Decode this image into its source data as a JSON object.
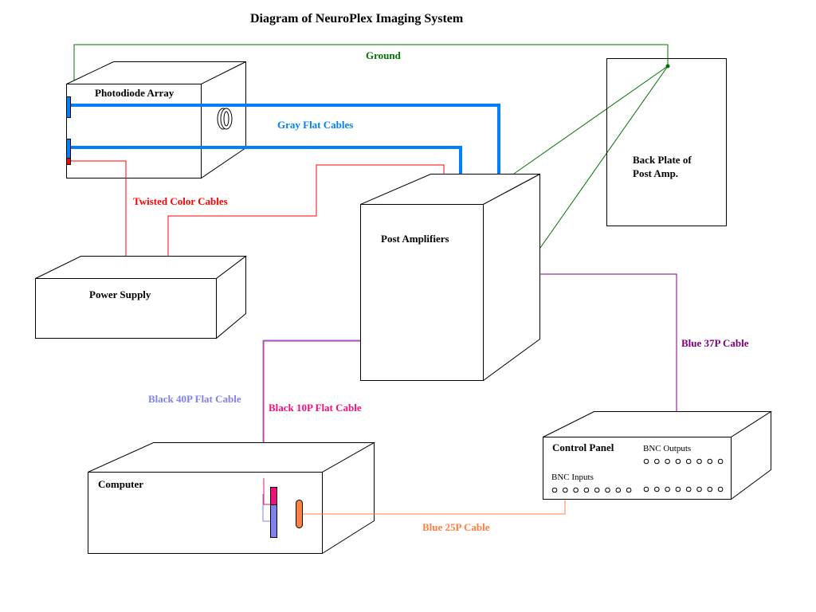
{
  "title": "Diagram of NeuroPlex Imaging System",
  "components": {
    "photodiode_array": "Photodiode Array",
    "power_supply": "Power Supply",
    "post_amplifiers": "Post Amplifiers",
    "back_plate": "Back Plate of\nPost Amp.",
    "back_plate_line1": "Back Plate of",
    "back_plate_line2": "Post Amp.",
    "computer": "Computer",
    "control_panel": "Control Panel",
    "bnc_outputs": "BNC Outputs",
    "bnc_inputs": "BNC Inputs"
  },
  "cables": {
    "ground": {
      "label": "Ground",
      "color": "#007000"
    },
    "gray_flat": {
      "label": "Gray Flat Cables",
      "color": "#0080ff"
    },
    "twisted_color": {
      "label": "Twisted Color Cables",
      "color": "#ff0000"
    },
    "blue_37p": {
      "label": "Blue 37P Cable",
      "color": "#800080"
    },
    "black_40p": {
      "label": "Black 40P Flat Cable",
      "color": "#8080f0"
    },
    "black_10p": {
      "label": "Black 10P Flat Cable",
      "color": "#f0107a"
    },
    "blue_25p": {
      "label": "Blue 25P Cable",
      "color": "#ff8040"
    }
  },
  "bnc": {
    "output_count": 8,
    "input_count": 8,
    "extra_row_count": 8
  }
}
